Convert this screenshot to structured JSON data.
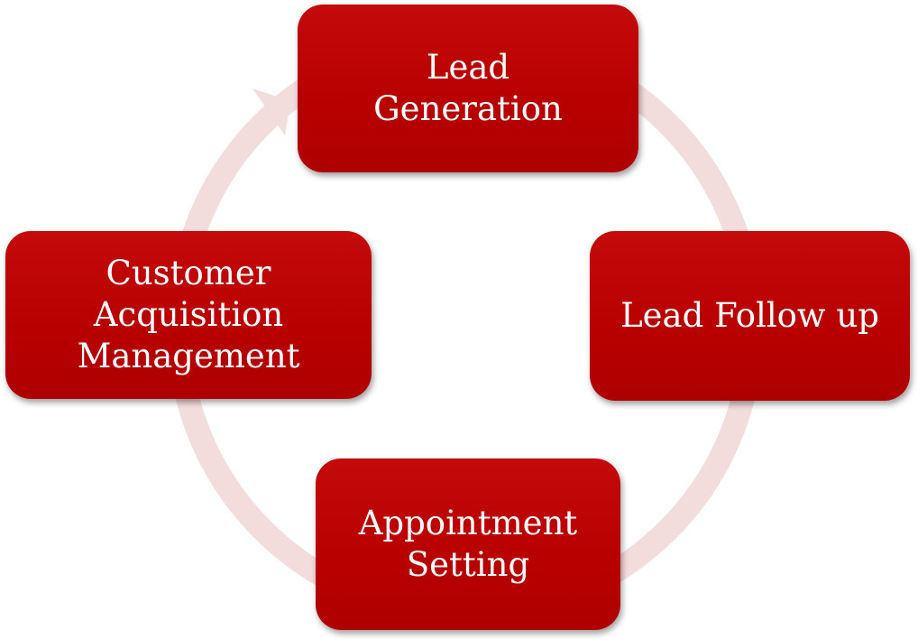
{
  "colors": {
    "node_fill": "#b80000",
    "node_text": "#ffffff",
    "cycle_arrow": "#f2dcdc",
    "background": "#ffffff"
  },
  "cycle": {
    "nodes": [
      {
        "id": "lead-generation",
        "label": "Lead\nGeneration"
      },
      {
        "id": "lead-follow-up",
        "label": "Lead Follow up"
      },
      {
        "id": "appointment-setting",
        "label": "Appointment\nSetting"
      },
      {
        "id": "customer-acquisition-management",
        "label": "Customer\nAcquisition\nManagement"
      }
    ],
    "direction": "clockwise"
  }
}
